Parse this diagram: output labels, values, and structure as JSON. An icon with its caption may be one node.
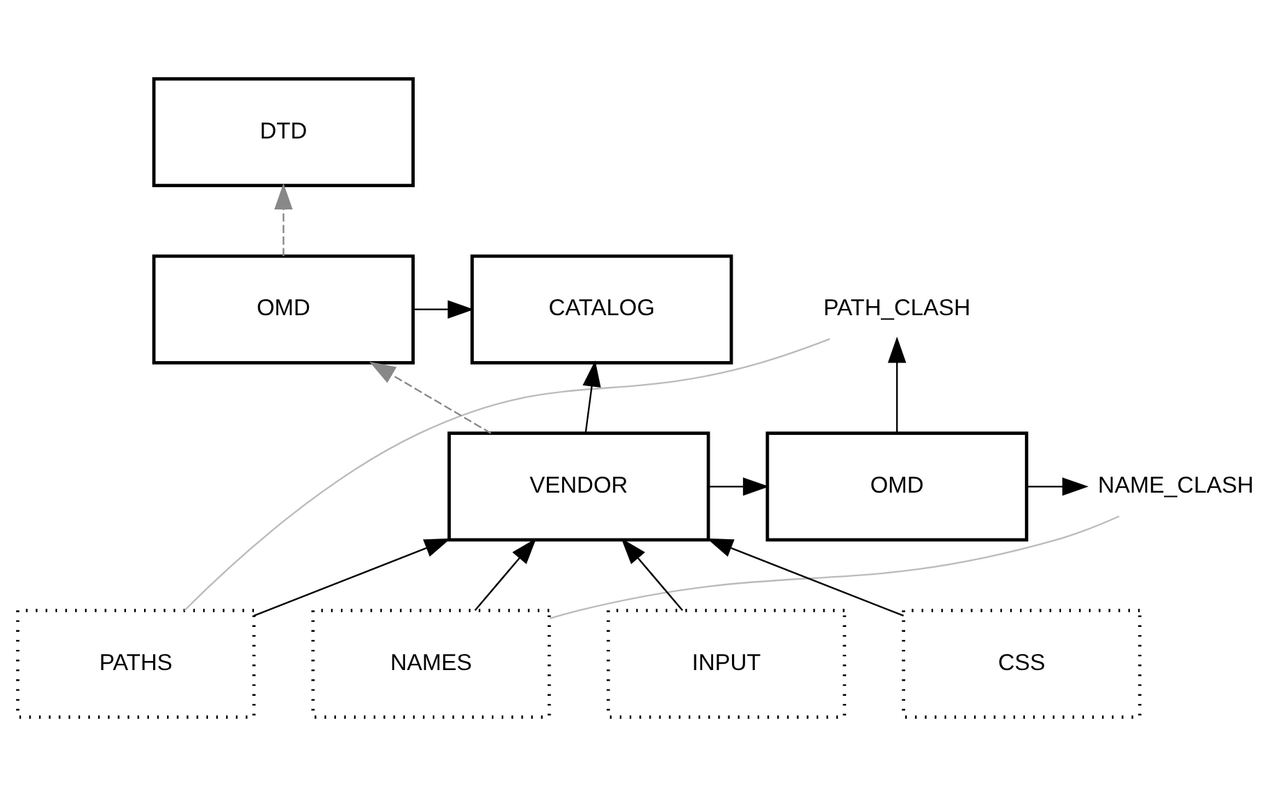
{
  "diagram": {
    "nodes": [
      {
        "text": [
          "DTD"
        ]
      },
      {
        "text": [
          "OMD"
        ]
      },
      {
        "text": [
          "CATALOG"
        ]
      },
      {
        "text": [
          "NAME_CLASH"
        ]
      },
      {
        "text": [
          "OMD"
        ]
      },
      {
        "text": [
          "PATH_CLASH"
        ]
      },
      {
        "text": [
          "VENDOR"
        ]
      },
      {
        "text": [
          "PATHS"
        ]
      },
      {
        "text": [
          "NAMES"
        ]
      },
      {
        "text": [
          "INPUT"
        ]
      },
      {
        "text": [
          "CSS"
        ]
      }
    ],
    "edges": [
      {
        "from": 1,
        "to": 0,
        "arrow": "to",
        "style": "dashed",
        "color": "#888888"
      },
      {
        "from": 1,
        "to": 2,
        "arrow": "to"
      },
      {
        "from": 6,
        "to": 1,
        "arrow": "to",
        "style": "dashed",
        "color": "#888888"
      },
      {
        "from": 6,
        "to": 2,
        "arrow": "to"
      },
      {
        "from": 4,
        "to": 3,
        "arrow": "to"
      },
      {
        "from": 6,
        "to": 4,
        "arrow": "to"
      },
      {
        "from": 4,
        "to": 5,
        "arrow": "to"
      },
      {
        "from": 7,
        "to": 6,
        "arrow": "to"
      },
      {
        "from": 8,
        "to": 6,
        "arrow": "to"
      },
      {
        "from": 9,
        "to": 6,
        "arrow": "to"
      },
      {
        "from": 10,
        "to": 6,
        "arrow": "to"
      },
      {
        "from": 3,
        "to": 8,
        "arrow": "none",
        "color": "#bbbbbb"
      },
      {
        "from": 5,
        "to": 7,
        "arrow": "none",
        "color": "#bbbbbb"
      }
    ]
  }
}
